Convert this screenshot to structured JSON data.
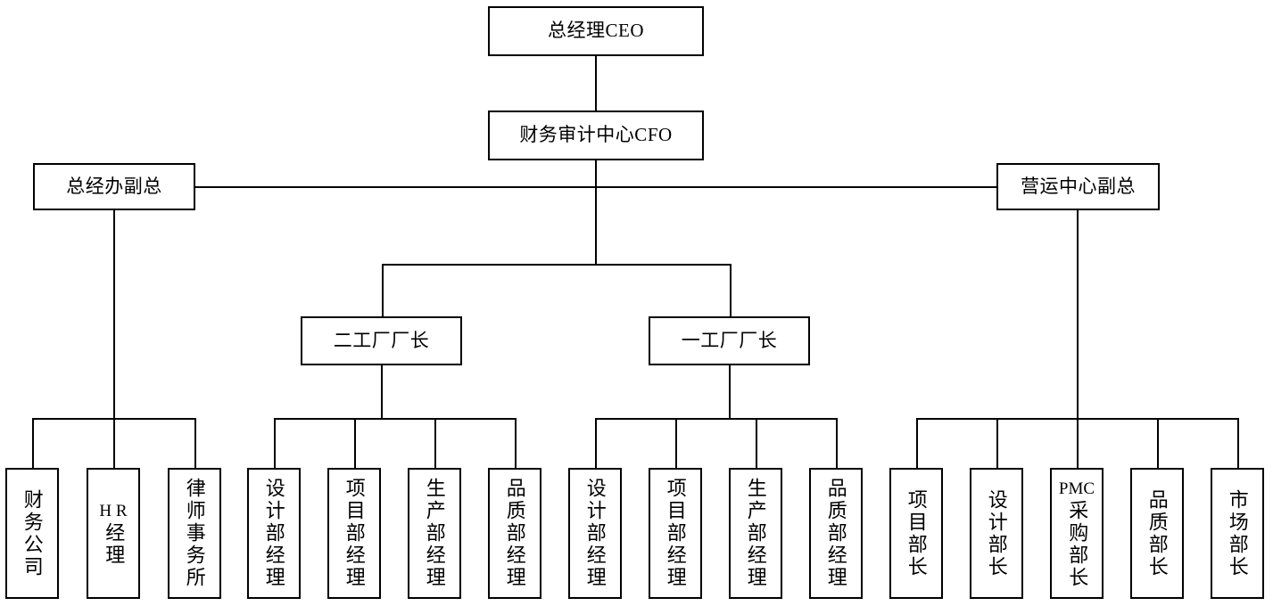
{
  "chart_title": "",
  "org_chart": {
    "type": "organization-chart",
    "orientation": "top-down",
    "levels": [
      {
        "level": 1,
        "nodes": [
          {
            "id": "ceo",
            "label": "总经理CEO",
            "text_layout": "horizontal"
          }
        ]
      },
      {
        "level": 2,
        "nodes": [
          {
            "id": "cfo",
            "label": "财务审计中心CFO",
            "text_layout": "horizontal"
          }
        ]
      },
      {
        "level": 3,
        "nodes": [
          {
            "id": "vp_gm_office",
            "label": "总经办副总",
            "text_layout": "horizontal"
          },
          {
            "id": "vp_operations",
            "label": "营运中心副总",
            "text_layout": "horizontal"
          }
        ]
      },
      {
        "level": 4,
        "nodes": [
          {
            "id": "factory2",
            "label": "二工厂厂长",
            "text_layout": "horizontal"
          },
          {
            "id": "factory1",
            "label": "一工厂厂长",
            "text_layout": "horizontal"
          }
        ]
      },
      {
        "level": 5,
        "nodes": [
          {
            "id": "d1",
            "label": "财务公司",
            "parent": "vp_gm_office",
            "text_layout": "vertical"
          },
          {
            "id": "d2",
            "label": "HR经理",
            "latin": "H R",
            "cjk": "经理",
            "parent": "vp_gm_office",
            "text_layout": "vertical-mixed"
          },
          {
            "id": "d3",
            "label": "律师事务所",
            "parent": "vp_gm_office",
            "text_layout": "vertical"
          },
          {
            "id": "d4",
            "label": "设计部经理",
            "parent": "factory2",
            "text_layout": "vertical"
          },
          {
            "id": "d5",
            "label": "项目部经理",
            "parent": "factory2",
            "text_layout": "vertical"
          },
          {
            "id": "d6",
            "label": "生产部经理",
            "parent": "factory2",
            "text_layout": "vertical"
          },
          {
            "id": "d7",
            "label": "品质部经理",
            "parent": "factory2",
            "text_layout": "vertical"
          },
          {
            "id": "d8",
            "label": "设计部经理",
            "parent": "factory1",
            "text_layout": "vertical"
          },
          {
            "id": "d9",
            "label": "项目部经理",
            "parent": "factory1",
            "text_layout": "vertical"
          },
          {
            "id": "d10",
            "label": "生产部经理",
            "parent": "factory1",
            "text_layout": "vertical"
          },
          {
            "id": "d11",
            "label": "品质部经理",
            "parent": "factory1",
            "text_layout": "vertical"
          },
          {
            "id": "d12",
            "label": "项目部长",
            "parent": "vp_operations",
            "text_layout": "vertical"
          },
          {
            "id": "d13",
            "label": "设计部长",
            "parent": "vp_operations",
            "text_layout": "vertical"
          },
          {
            "id": "d14",
            "label": "PMC采购部长",
            "latin": "PMC",
            "cjk": "采购部长",
            "parent": "vp_operations",
            "text_layout": "vertical-mixed"
          },
          {
            "id": "d15",
            "label": "品质部长",
            "parent": "vp_operations",
            "text_layout": "vertical"
          },
          {
            "id": "d16",
            "label": "市场部长",
            "parent": "vp_operations",
            "text_layout": "vertical"
          }
        ]
      }
    ],
    "edges": [
      {
        "from": "ceo",
        "to": "cfo"
      },
      {
        "from": "cfo",
        "to": "vp_gm_office"
      },
      {
        "from": "cfo",
        "to": "vp_operations"
      },
      {
        "from": "cfo",
        "to": "factory2"
      },
      {
        "from": "cfo",
        "to": "factory1"
      },
      {
        "from": "vp_gm_office",
        "to": "d1"
      },
      {
        "from": "vp_gm_office",
        "to": "d2"
      },
      {
        "from": "vp_gm_office",
        "to": "d3"
      },
      {
        "from": "factory2",
        "to": "d4"
      },
      {
        "from": "factory2",
        "to": "d5"
      },
      {
        "from": "factory2",
        "to": "d6"
      },
      {
        "from": "factory2",
        "to": "d7"
      },
      {
        "from": "factory1",
        "to": "d8"
      },
      {
        "from": "factory1",
        "to": "d9"
      },
      {
        "from": "factory1",
        "to": "d10"
      },
      {
        "from": "factory1",
        "to": "d11"
      },
      {
        "from": "vp_operations",
        "to": "d12"
      },
      {
        "from": "vp_operations",
        "to": "d13"
      },
      {
        "from": "vp_operations",
        "to": "d14"
      },
      {
        "from": "vp_operations",
        "to": "d15"
      },
      {
        "from": "vp_operations",
        "to": "d16"
      }
    ],
    "style": {
      "box_fill": "#ffffff",
      "box_stroke": "#000000",
      "connector_color": "#000000",
      "background": "#ffffff"
    }
  }
}
